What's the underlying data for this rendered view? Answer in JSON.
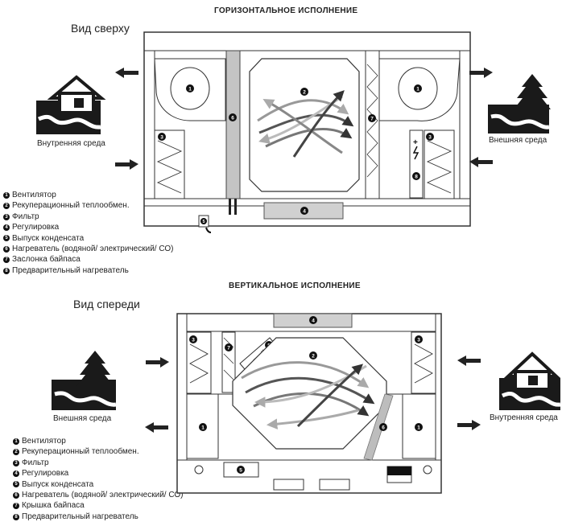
{
  "top": {
    "title": "ГОРИЗОНТАЛЬНОЕ ИСПОЛНЕНИЕ",
    "view_label": "Вид сверху",
    "left_env": "Внутренняя среда",
    "right_env": "Внешняя среда",
    "legend": [
      {
        "num": "1",
        "text": "Вентилятор"
      },
      {
        "num": "2",
        "text": "Рекуперационный теплообмен."
      },
      {
        "num": "3",
        "text": "Фильтр"
      },
      {
        "num": "4",
        "text": "Регулировка"
      },
      {
        "num": "5",
        "text": "Выпуск конденсата"
      },
      {
        "num": "6",
        "text": "Нагреватель (водяной/ электрический/ СО)"
      },
      {
        "num": "7",
        "text": "Заслонка байпаса"
      },
      {
        "num": "8",
        "text": "Предварительный нагреватель"
      }
    ]
  },
  "bottom": {
    "title": "ВЕРТИКАЛЬНОЕ ИСПОЛНЕНИЕ",
    "view_label": "Вид спереди",
    "left_env": "Внешняя среда",
    "right_env": "Внутренняя среда",
    "legend": [
      {
        "num": "1",
        "text": "Вентилятор"
      },
      {
        "num": "2",
        "text": "Рекуперационный теплообмен."
      },
      {
        "num": "3",
        "text": "Фильтр"
      },
      {
        "num": "4",
        "text": "Регулировка"
      },
      {
        "num": "5",
        "text": "Выпуск конденсата"
      },
      {
        "num": "6",
        "text": "Нагреватель (водяной/ электрический/ СО)"
      },
      {
        "num": "7",
        "text": "Крышка байпаса"
      },
      {
        "num": "8",
        "text": "Предварительный нагреватель"
      }
    ]
  },
  "markers": {
    "fan": "1",
    "hex": "2",
    "filter": "3",
    "control": "4",
    "drain": "5",
    "heater": "6",
    "bypass": "7",
    "preheater": "8"
  },
  "icons": [
    "house-icon",
    "tree-icon",
    "arrow-icon"
  ]
}
